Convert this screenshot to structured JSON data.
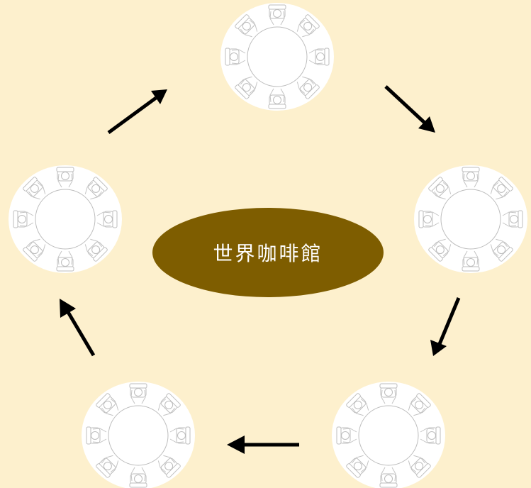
{
  "center": {
    "title": "世界咖啡館"
  },
  "colors": {
    "background": "#fdf0cd",
    "center_fill": "#7e5d00",
    "center_text": "#ffffff",
    "table_fill": "#ffffff",
    "outline": "#bdbdbd",
    "arrow": "#000000"
  },
  "tables": [
    {
      "id": "top",
      "seats": 8
    },
    {
      "id": "right",
      "seats": 8
    },
    {
      "id": "bottom-right",
      "seats": 8
    },
    {
      "id": "bottom-left",
      "seats": 8
    },
    {
      "id": "left",
      "seats": 8
    }
  ],
  "flow": {
    "direction": "clockwise",
    "arrows": [
      {
        "from": "left",
        "to": "top"
      },
      {
        "from": "top",
        "to": "right"
      },
      {
        "from": "right",
        "to": "bottom-right"
      },
      {
        "from": "bottom-right",
        "to": "bottom-left"
      },
      {
        "from": "bottom-left",
        "to": "left"
      }
    ]
  }
}
